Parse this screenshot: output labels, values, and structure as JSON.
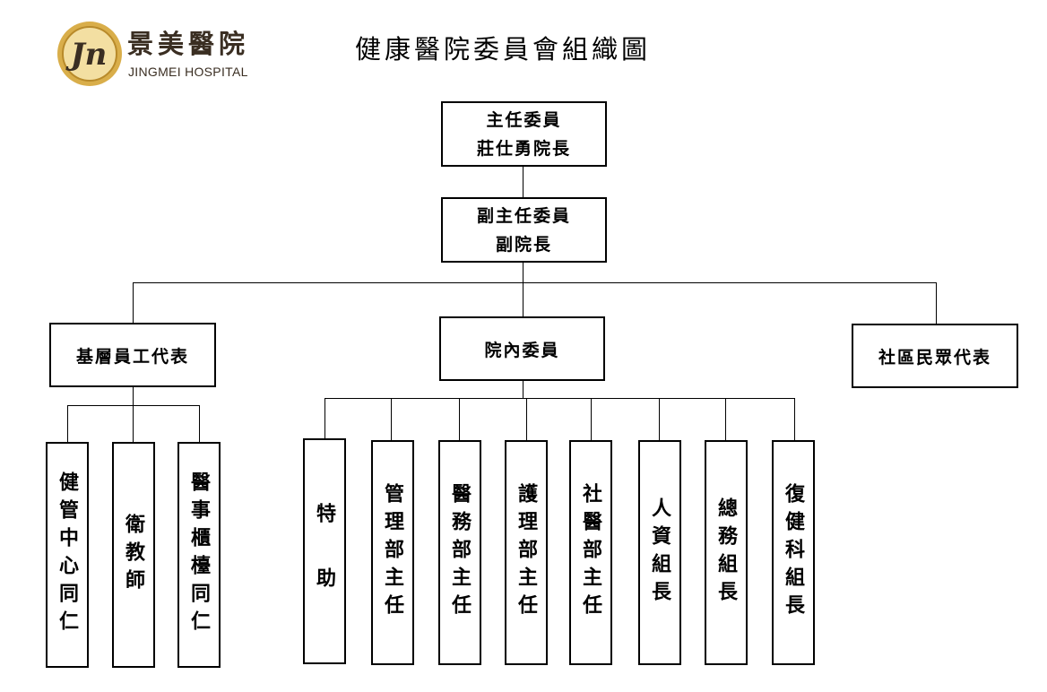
{
  "brand": {
    "name_cn": "景美醫院",
    "name_en": "JINGMEI HOSPITAL"
  },
  "title": "健康醫院委員會組織圖",
  "colors": {
    "logo_gold": "#d9ae4a",
    "logo_dark": "#3a2e22"
  },
  "chair": {
    "role": "主任委員",
    "name": "莊仕勇院長"
  },
  "vice_chair": {
    "role": "副主任委員",
    "name": "副院長"
  },
  "groups": {
    "staff_rep": "基層員工代表",
    "internal": "院內委員",
    "community": "社區民眾代表"
  },
  "staff_members": [
    "健管中心同仁",
    "衛教師",
    "醫事櫃檯同仁"
  ],
  "internal_members": [
    "特　助",
    "管理部主任",
    "醫務部主任",
    "護理部主任",
    "社醫部主任",
    "人資組長",
    "總務組長",
    "復健科組長"
  ]
}
